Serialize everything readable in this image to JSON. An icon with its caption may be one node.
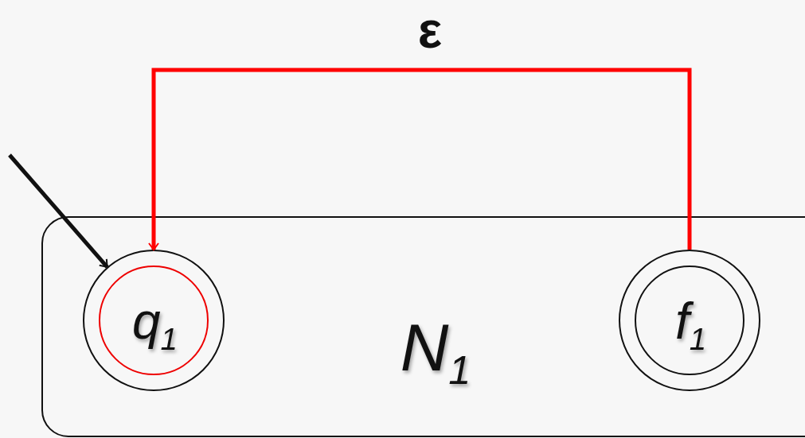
{
  "diagram": {
    "nodes": [
      {
        "text": [
          "N$_{1}$"
        ]
      },
      {
        "text": [
          "q$_{1}$"
        ],
        "in": 0
      },
      {
        "text": [
          "f$_{1}$"
        ],
        "in": 0
      }
    ],
    "edges": [
      {
        "from": null,
        "to": 1,
        "arrow": "to"
      },
      {
        "from": 2,
        "to": 1,
        "arrow": "to",
        "label": "ε",
        "color": "#ff0000"
      }
    ]
  }
}
